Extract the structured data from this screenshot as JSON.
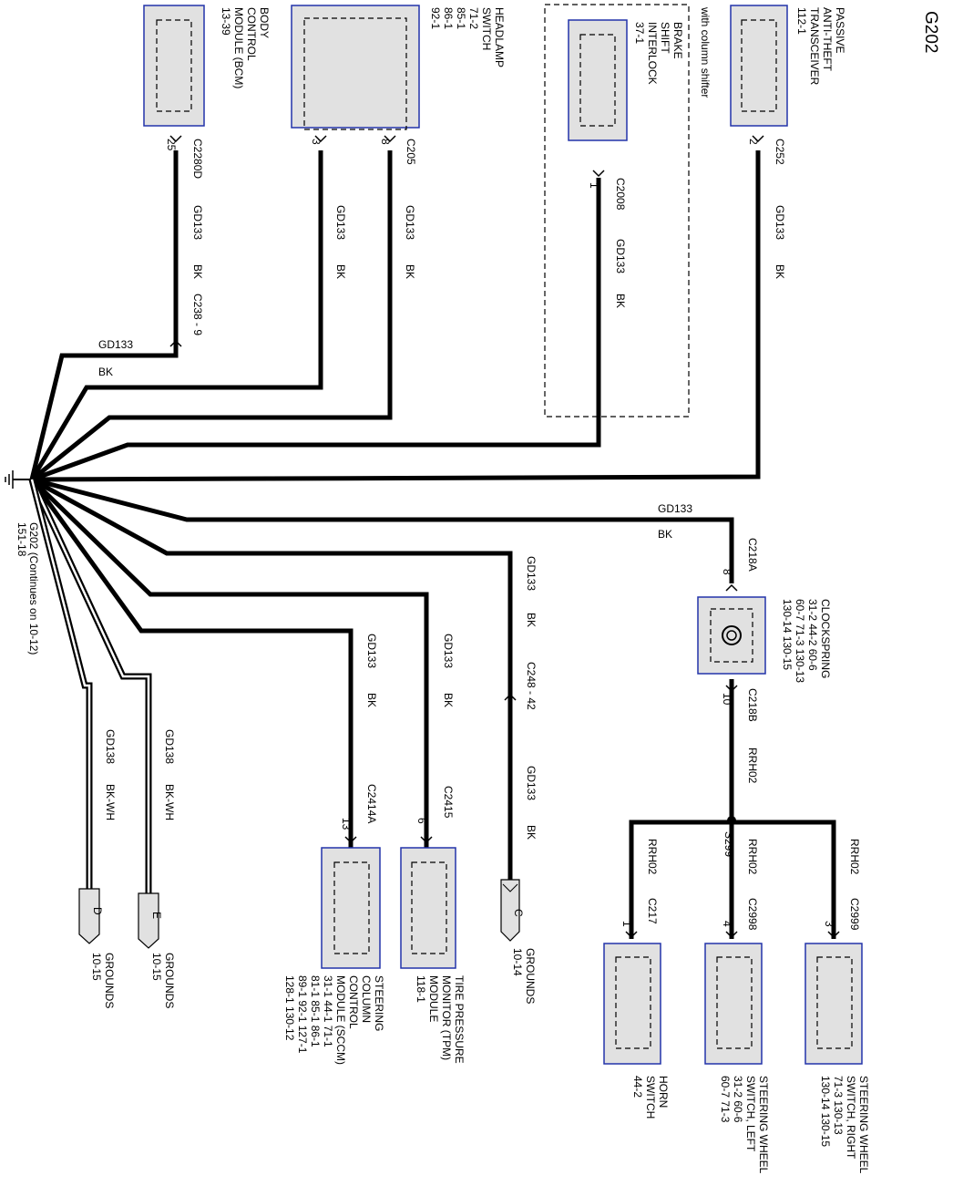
{
  "diagram": {
    "title": "G202",
    "ground_label": "G202  (Continues on 10-12)",
    "ground_ref": "151-18",
    "with_column_shifter": "with column shifter",
    "components": {
      "bcm": [
        "BODY",
        "CONTROL",
        "MODULE (BCM)",
        "13-39"
      ],
      "headlamp": [
        "HEADLAMP",
        "SWITCH",
        "71-2",
        "85-1",
        "86-1",
        "92-1"
      ],
      "bsi": [
        "BRAKE",
        "SHIFT",
        "INTERLOCK",
        "37-1"
      ],
      "pats": [
        "PASSIVE",
        "ANTI-THEFT",
        "TRANSCEIVER",
        "112-1"
      ],
      "clockspring": [
        "CLOCKSPRING",
        "31-2      44-2     60-6",
        "60-7      71-3     130-13",
        "130-14   130-15"
      ],
      "sccm": [
        "STEERING",
        "COLUMN",
        "CONTROL",
        "MODULE (SCCM)",
        "31-1      44-1      71-1",
        "81-1      85-1      86-1",
        "89-1      92-1      127-1",
        "128-1    130-12"
      ],
      "tpm": [
        "TIRE PRESSURE",
        "MONITOR (TPM)",
        "MODULE",
        "118-1"
      ],
      "horn": [
        "HORN",
        "SWITCH",
        "44-2"
      ],
      "sw_left": [
        "STEERING WHEEL",
        "SWITCH, LEFT",
        "31-2      60-6",
        "60-7      71-3"
      ],
      "sw_right": [
        "STEERING WHEEL",
        "SWITCH, RIGHT",
        "71-3      130-13",
        "130-14   130-15"
      ],
      "grounds_c": [
        "GROUNDS",
        "10-14"
      ],
      "grounds_d": [
        "GROUNDS",
        "10-15"
      ],
      "grounds_e": [
        "GROUNDS",
        "10-15"
      ]
    },
    "connectors": {
      "c2280d": "C2280D",
      "c2280d_pin": "25",
      "c238": "C238 - 9",
      "c205": "C205",
      "c205_pin_a": "3",
      "c205_pin_b": "8",
      "c2008": "C2008",
      "c2008_pin": "1",
      "c252": "C252",
      "c252_pin": "2",
      "c218a": "C218A",
      "c218a_pin": "8",
      "c218b": "C218B",
      "c218b_pin": "10",
      "c248": "C248 - 42",
      "c2414a": "C2414A",
      "c2414a_pin": "13",
      "c2415": "C2415",
      "c2415_pin": "6",
      "c217": "C217",
      "c217_pin": "1",
      "c2998": "C2998",
      "c2998_pin": "4",
      "c2999": "C2999",
      "c2999_pin": "3",
      "s299": "S299"
    },
    "circuits": {
      "gd133": "GD133",
      "bk": "BK",
      "gd138": "GD138",
      "bkwh": "BK-WH",
      "rrh02": "RRH02"
    },
    "ground_tags": {
      "c": "C",
      "d": "D",
      "e": "E"
    }
  }
}
